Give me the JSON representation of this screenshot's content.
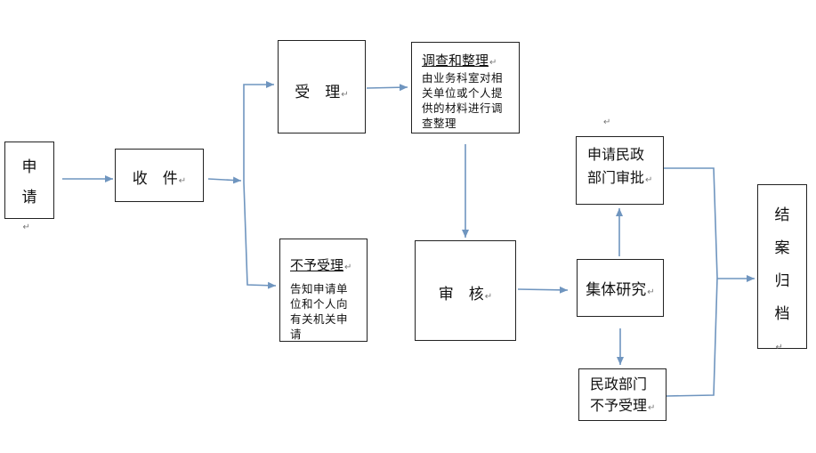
{
  "nodes": {
    "apply": {
      "chars": [
        "申",
        "请"
      ]
    },
    "receive": {
      "label": "收　件"
    },
    "accept": {
      "label": "受　理"
    },
    "investigate": {
      "title": "调查和整理",
      "lines": [
        "由业务科室对相",
        "关单位或个人提",
        "供的材料进行调",
        "查整理"
      ]
    },
    "reject": {
      "title": "不予受理",
      "lines": [
        "告知申请单",
        "位和个人向",
        "有关机关申",
        "请"
      ]
    },
    "review": {
      "label": "审　核"
    },
    "collective": {
      "label": "集体研究"
    },
    "civil_approve": {
      "lines": [
        "申请民政",
        "部门审批"
      ]
    },
    "civil_reject": {
      "lines": [
        "民政部门",
        "不予受理"
      ]
    },
    "close": {
      "chars": [
        "结",
        "案",
        "归",
        "档"
      ]
    }
  },
  "colors": {
    "arrow": "#6f95bf",
    "border": "#222222"
  }
}
